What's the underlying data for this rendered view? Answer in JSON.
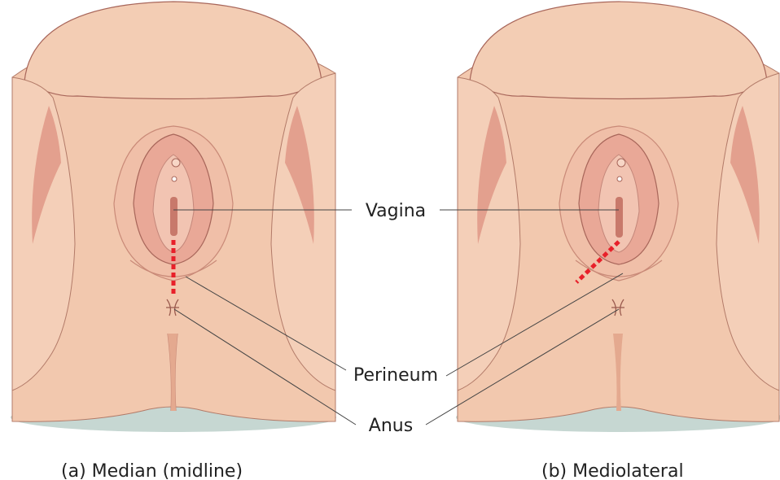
{
  "labels": {
    "vagina": "Vagina",
    "perineum": "Perineum",
    "anus": "Anus"
  },
  "captions": {
    "a": "(a) Median (midline)",
    "b": "(b) Mediolateral"
  },
  "colors": {
    "skin": "#f2c8ae",
    "skin_dark": "#e4a98f",
    "fold": "#d98e7c",
    "outline": "#a8665a",
    "vulva": "#f0b9a6",
    "vestibule": "#e8a294",
    "surface": "#c6d7d2",
    "incision": "#e8202a",
    "leader": "#444444"
  }
}
